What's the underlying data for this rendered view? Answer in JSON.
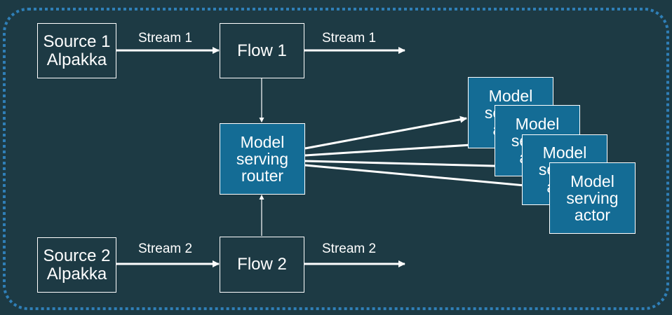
{
  "colors": {
    "background": "#1d3a44",
    "node_fill": "#1d3a44",
    "actor_fill": "#146c95",
    "line": "#ffffff",
    "frame_dots": "#2f7fb7"
  },
  "nodes": {
    "source1": "Source 1\nAlpakka",
    "source2": "Source 2\nAlpakka",
    "flow1": "Flow 1",
    "flow2": "Flow 2",
    "router": "Model\nserving\nrouter",
    "actor1": "Model\nserving\nactor",
    "actor2": "Model\nserving\nactor",
    "actor3": "Model\nserving\nactor",
    "actor4": "Model\nserving\nactor"
  },
  "edges": {
    "source1_to_flow1": "Stream 1",
    "flow1_out": "Stream 1",
    "source2_to_flow2": "Stream 2",
    "flow2_out": "Stream 2"
  }
}
